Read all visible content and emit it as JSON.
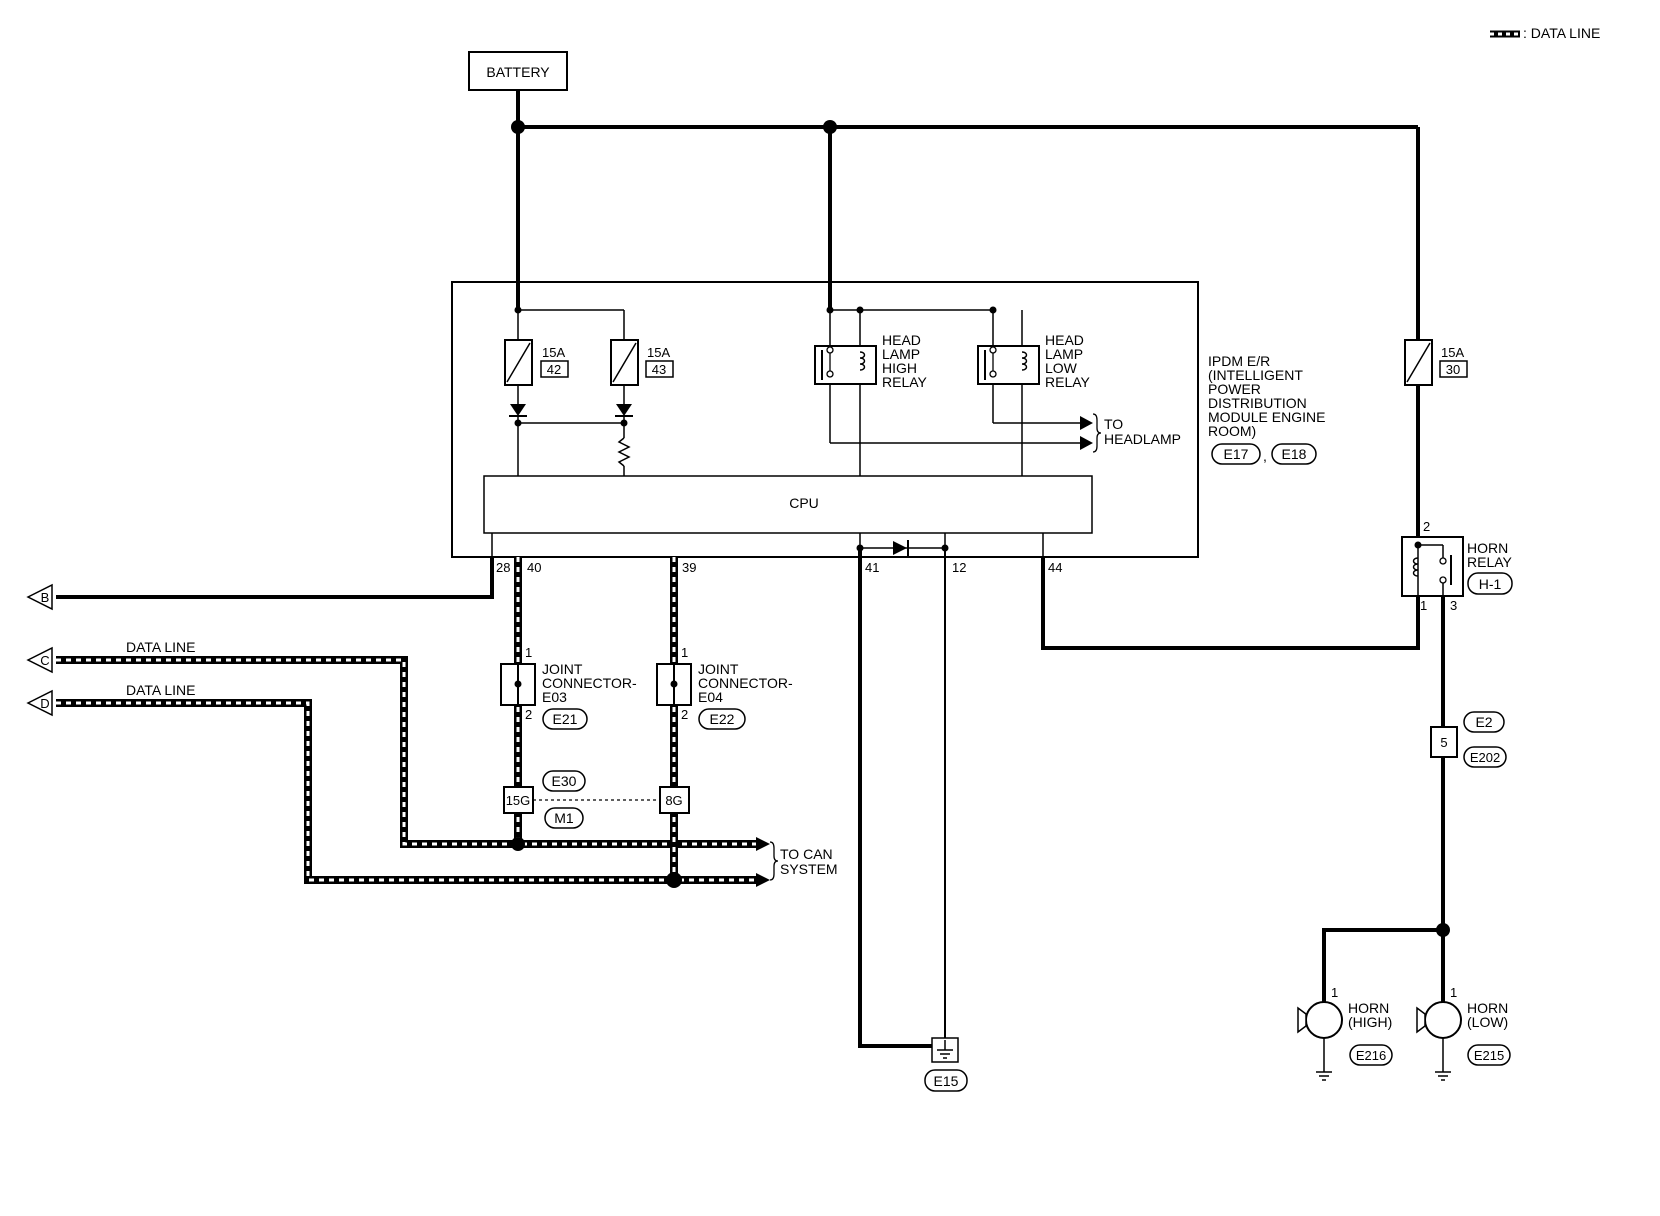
{
  "legend": {
    "data_line": ": DATA LINE"
  },
  "battery": "BATTERY",
  "fuses": {
    "f42_amp": "15A",
    "f42_no": "42",
    "f43_amp": "15A",
    "f43_no": "43",
    "f30_amp": "15A",
    "f30_no": "30"
  },
  "relays": {
    "high": [
      "HEAD",
      "LAMP",
      "HIGH",
      "RELAY"
    ],
    "low": [
      "HEAD",
      "LAMP",
      "LOW",
      "RELAY"
    ]
  },
  "to_headlamp": [
    "TO",
    "HEADLAMP"
  ],
  "ipdm": {
    "lines": [
      "IPDM E/R",
      "(INTELLIGENT",
      "POWER",
      "DISTRIBUTION",
      "MODULE ENGINE",
      "ROOM)"
    ],
    "connectors": [
      "E17",
      "E18"
    ],
    "comma": ","
  },
  "cpu": "CPU",
  "pins": {
    "p28": "28",
    "p40": "40",
    "p39": "39",
    "p41": "41",
    "p12": "12",
    "p44": "44"
  },
  "horn_relay": {
    "lines": [
      "HORN",
      "RELAY"
    ],
    "connector": "H-1",
    "pin2": "2",
    "pin1": "1",
    "pin3": "3"
  },
  "offpage": {
    "b": "B",
    "c": "C",
    "d": "D"
  },
  "data_line_c": "DATA LINE",
  "data_line_d": "DATA LINE",
  "joint1": {
    "lines": [
      "JOINT",
      "CONNECTOR-",
      "E03"
    ],
    "connector": "E21",
    "pin1": "1",
    "pin2": "2"
  },
  "joint2": {
    "lines": [
      "JOINT",
      "CONNECTOR-",
      "E04"
    ],
    "connector": "E22",
    "pin1": "1",
    "pin2": "2"
  },
  "harness": {
    "e30": "E30",
    "m1": "M1",
    "t15g": "15G",
    "t8g": "8G"
  },
  "to_can": [
    "TO CAN",
    "SYSTEM"
  ],
  "ground": "E15",
  "inline": {
    "pin": "5",
    "c1": "E2",
    "c2": "E202"
  },
  "horn_high": {
    "lines": [
      "HORN",
      "(HIGH)"
    ],
    "connector": "E216",
    "pin": "1"
  },
  "horn_low": {
    "lines": [
      "HORN",
      "(LOW)"
    ],
    "connector": "E215",
    "pin": "1"
  }
}
